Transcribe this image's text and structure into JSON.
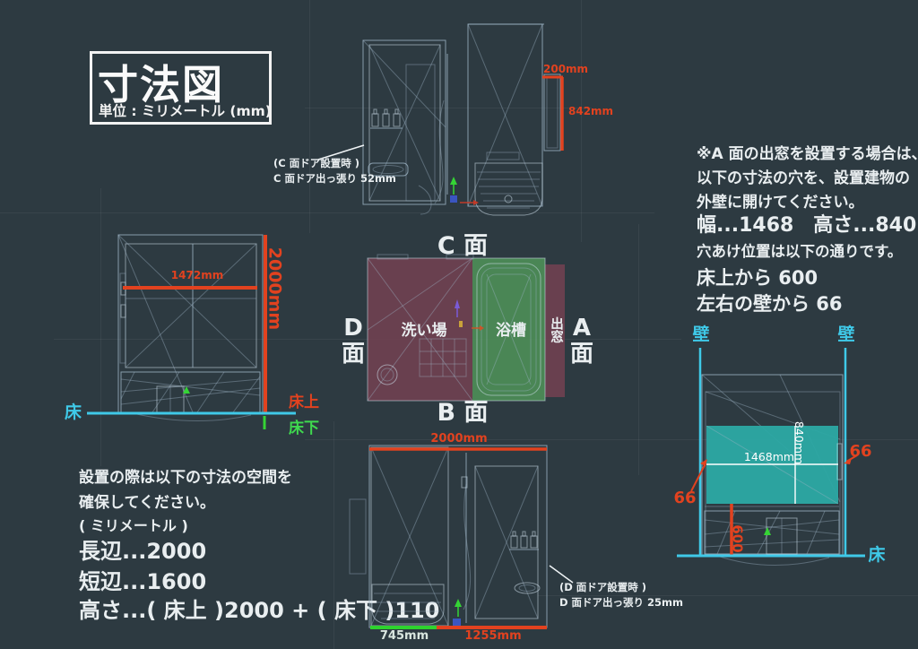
{
  "colors": {
    "background": "#2d3a41",
    "accent_red": "#e2421f",
    "accent_cyan": "#3fc9e8",
    "accent_green": "#3fd94f",
    "teal_fill": "#2ca9a4",
    "maroon_fill": "#6f4150",
    "bath_green_fill": "#4e8f58",
    "wireframe": "#9db5c6"
  },
  "title_block": {
    "title": "寸法図",
    "subtitle": "単位 : ミリメートル (mm)"
  },
  "top_elevation": {
    "dim_top": "200mm",
    "dim_side": "842mm",
    "door_note_line1": "(C 面ドア設置時 )",
    "door_note_line2": "C 面ドア出っ張り 52mm"
  },
  "window_note": {
    "line1": "※A 面の出窓を設置する場合は、",
    "line2": "以下の寸法の穴を、設置建物の",
    "line3": "外壁に開けてください。",
    "dims": "幅...1468　高さ...840",
    "line5": "穴あけ位置は以下の通りです。",
    "from_floor": "床上から 600",
    "from_walls": "左右の壁から 66"
  },
  "plan": {
    "face_c": "C 面",
    "face_b": "B 面",
    "face_d": "D\n面",
    "face_a": "A\n面",
    "washing_area": "洗い場",
    "bathtub": "浴槽",
    "bay_window": "出窓"
  },
  "side_elevation": {
    "dim_width": "1472mm",
    "dim_height": "2000mm",
    "floor": "床",
    "above_floor": "床上",
    "below_floor": "床下"
  },
  "space_note": {
    "line1": "設置の際は以下の寸法の空間を",
    "line2": "確保してください。",
    "line3": "( ミリメートル )",
    "long_side": "長辺...2000",
    "short_side": "短辺...1600",
    "height": "高さ...( 床上 )2000 + ( 床下 )110"
  },
  "bottom_elevation": {
    "dim_total": "2000mm",
    "dim_left": "745mm",
    "dim_right": "1255mm",
    "door_note_line1": "(D 面ドア設置時 )",
    "door_note_line2": "D 面ドア出っ張り 25mm"
  },
  "hole_layout": {
    "wall_left": "壁",
    "wall_right": "壁",
    "hole_width": "1468mm",
    "hole_height": "840mm",
    "gap_left": "66",
    "gap_right": "66",
    "height_from_floor": "600",
    "floor": "床"
  }
}
